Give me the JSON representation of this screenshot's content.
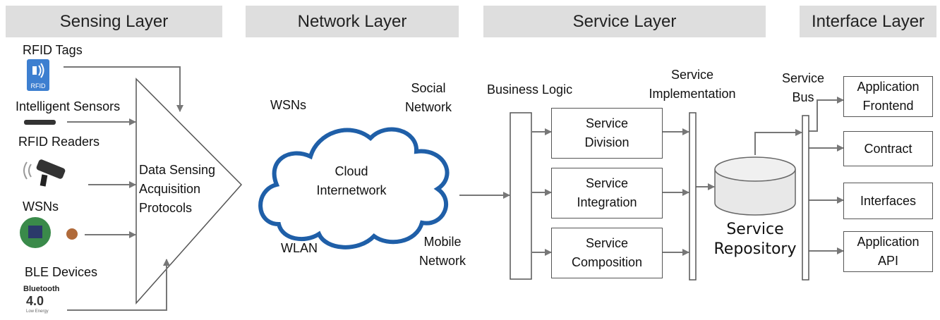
{
  "headers": {
    "sensing": "Sensing Layer",
    "network": "Network Layer",
    "service": "Service Layer",
    "interface": "Interface Layer"
  },
  "sensing": {
    "rfid_tags": "RFID Tags",
    "rfid_icon_text": "RFID",
    "intelligent_sensors": "Intelligent Sensors",
    "rfid_readers": "RFID Readers",
    "wsns": "WSNs",
    "ble_devices": "BLE Devices",
    "bluetooth_text": "Bluetooth",
    "bluetooth_version": "4.0",
    "bluetooth_small": "Low Energy",
    "protocols": [
      "Data Sensing",
      "Acquisition",
      "Protocols"
    ]
  },
  "network": {
    "wsns": "WSNs",
    "social": [
      "Social",
      "Network"
    ],
    "cloud": [
      "Cloud",
      "Internetwork"
    ],
    "wlan": "WLAN",
    "mobile": [
      "Mobile",
      "Network"
    ]
  },
  "service": {
    "business_logic": "Business Logic",
    "implementation": [
      "Service",
      "Implementation"
    ],
    "division": [
      "Service",
      "Division"
    ],
    "integration": [
      "Service",
      "Integration"
    ],
    "composition": [
      "Service",
      "Composition"
    ],
    "repository": [
      "Service",
      "Repository"
    ]
  },
  "interface": {
    "bus": [
      "Service",
      "Bus"
    ],
    "frontend": [
      "Application",
      "Frontend"
    ],
    "contract": "Contract",
    "interfaces": "Interfaces",
    "api": [
      "Application",
      "API"
    ]
  },
  "colors": {
    "header_bg": "#dedede",
    "arrow": "#777777",
    "cloud_stroke": "#1f5fa8",
    "rfid_icon": "#3d7fd0"
  }
}
